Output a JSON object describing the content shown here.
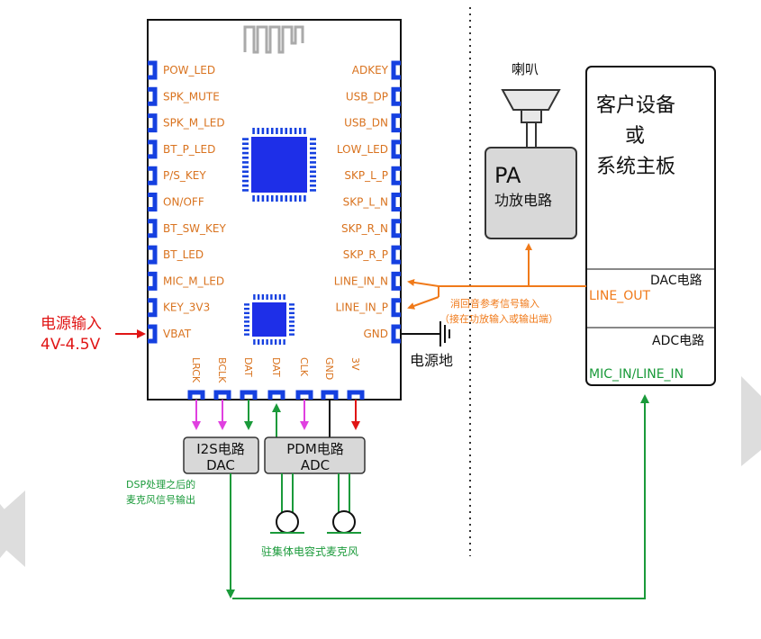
{
  "module": {
    "left_pins": [
      "POW_LED",
      "SPK_MUTE",
      "SPK_M_LED",
      "BT_P_LED",
      "P/S_KEY",
      "ON/OFF",
      "BT_SW_KEY",
      "BT_LED",
      "MIC_M_LED",
      "KEY_3V3",
      "VBAT"
    ],
    "right_pins": [
      "ADKEY",
      "USB_DP",
      "USB_DN",
      "LOW_LED",
      "SKP_L_P",
      "SKP_L_N",
      "SKP_R_N",
      "SKP_R_P",
      "LINE_IN_N",
      "LINE_IN_P",
      "GND"
    ],
    "bottom_pins": [
      "LRCK",
      "BCLK",
      "DAT",
      "DAT",
      "CLK",
      "GND",
      "3V"
    ]
  },
  "power": {
    "label": "电源输入",
    "range": "4V-4.5V"
  },
  "gnd_label": "电源地",
  "speaker_label": "喇叭",
  "pa": {
    "title": "PA",
    "subtitle": "功放电路"
  },
  "customer": {
    "line1": "客户设备",
    "line2": "或",
    "line3": "系统主板",
    "dac": "DAC电路",
    "line_out": "LINE_OUT",
    "adc": "ADC电路",
    "mic_in": "MIC_IN/LINE_IN"
  },
  "ref_note": {
    "line1": "消回音参考信号输入",
    "line2": "（接在功放输入或输出端）"
  },
  "i2s": {
    "line1": "I2S电路",
    "line2": "DAC"
  },
  "pdm": {
    "line1": "PDM电路",
    "line2": "ADC"
  },
  "dsp_note": {
    "line1": "DSP处理之后的",
    "line2": "麦克风信号输出"
  },
  "mic_label": "驻集体电容式麦克风",
  "colors": {
    "pin_text": "#d9731f",
    "pin_blue": "#1540e0",
    "chip_blue": "#1e2fe8",
    "orange": "#f07a1a",
    "green": "#1a9a3a",
    "magenta": "#e040e0",
    "red": "#e01515",
    "block_gray": "#d8d8d8"
  }
}
